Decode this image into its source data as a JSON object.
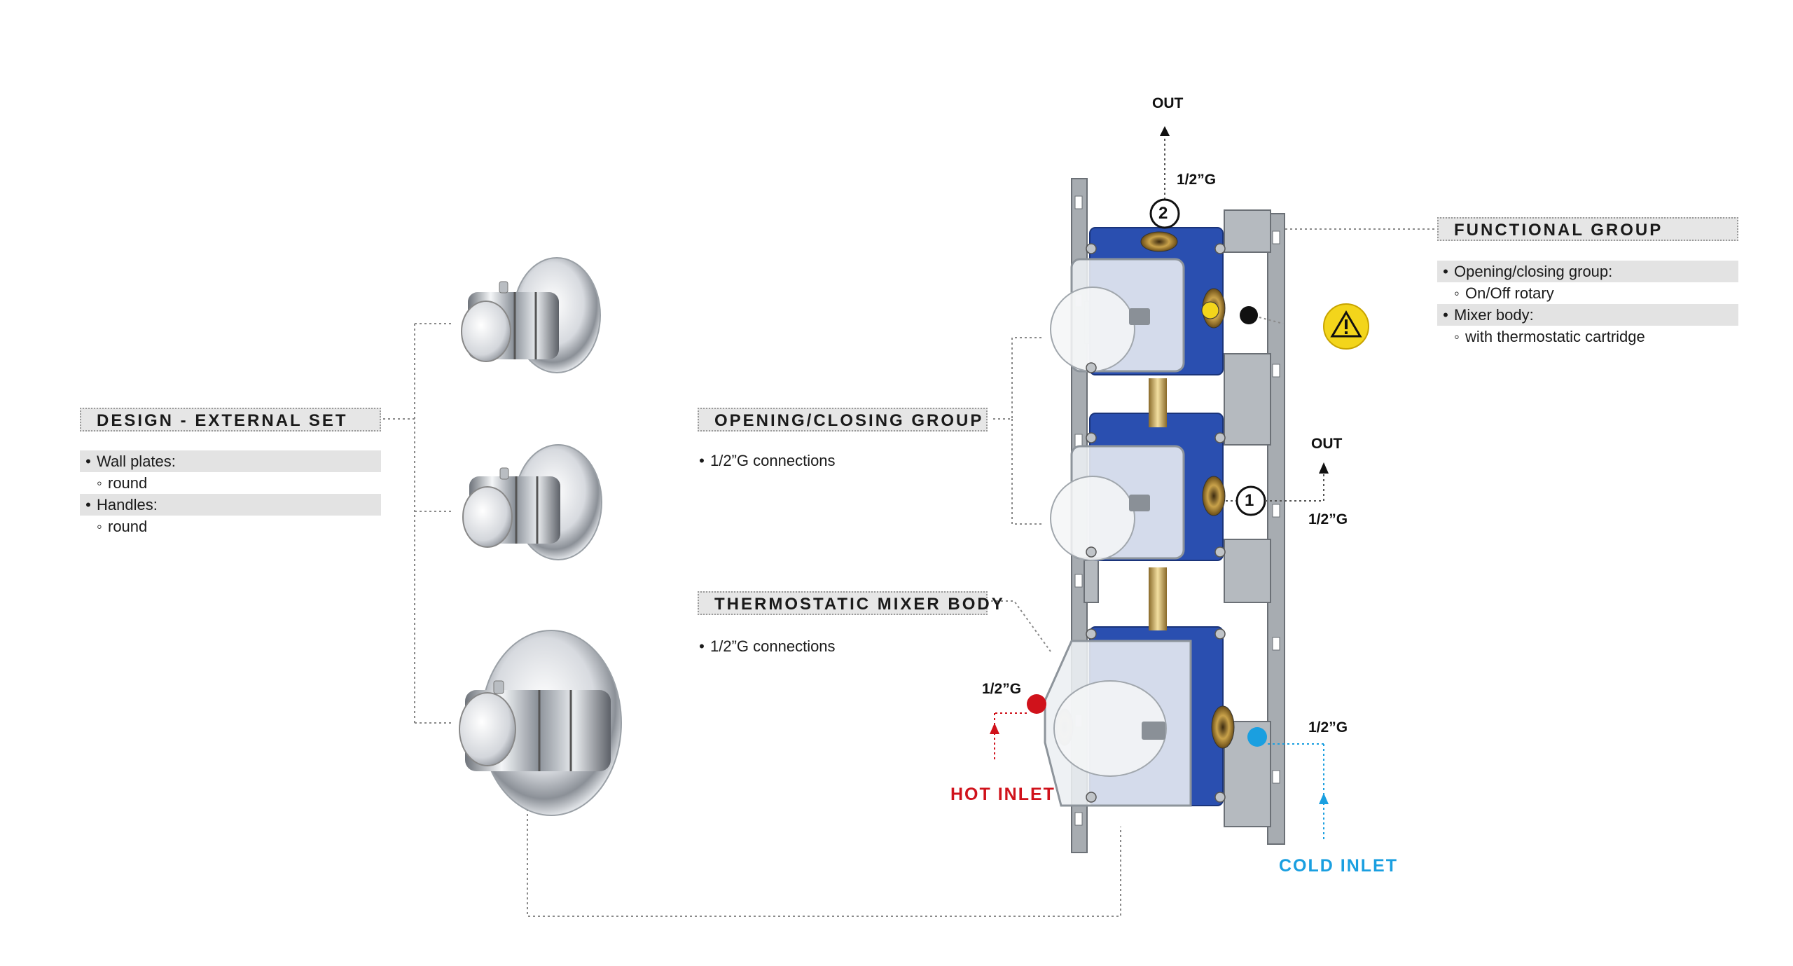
{
  "design_group": {
    "title": "DESIGN - EXTERNAL SET",
    "items": [
      {
        "label": "Wall plates:",
        "sub": "round"
      },
      {
        "label": "Handles:",
        "sub": "round"
      }
    ]
  },
  "opening_group": {
    "title": "OPENING/CLOSING GROUP",
    "items": [
      "1/2”G connections"
    ]
  },
  "mixer_group": {
    "title": "THERMOSTATIC MIXER BODY",
    "items": [
      "1/2”G connections"
    ]
  },
  "functional_group": {
    "title": "FUNCTIONAL GROUP",
    "items": [
      {
        "label": "Opening/closing group:",
        "sub": "On/Off rotary"
      },
      {
        "label": "Mixer body:",
        "sub": "with thermostatic cartridge"
      }
    ]
  },
  "outlets": [
    {
      "label": "OUT",
      "size": "1/2”G",
      "number": "2"
    },
    {
      "label": "OUT",
      "size": "1/2”G",
      "number": "1"
    }
  ],
  "inlets": {
    "hot": {
      "label": "HOT INLET",
      "size": "1/2”G",
      "color": "#d0121b"
    },
    "cold": {
      "label": "COLD INLET",
      "size": "1/2”G",
      "color": "#1a9fe0"
    }
  },
  "colors": {
    "frame_blue": "#2a4fb0",
    "rail_grey": "#9ea3a8",
    "chrome": "#c8ccd2",
    "warning_yellow": "#f3d51b",
    "header_bg": "#e6e6e6"
  }
}
